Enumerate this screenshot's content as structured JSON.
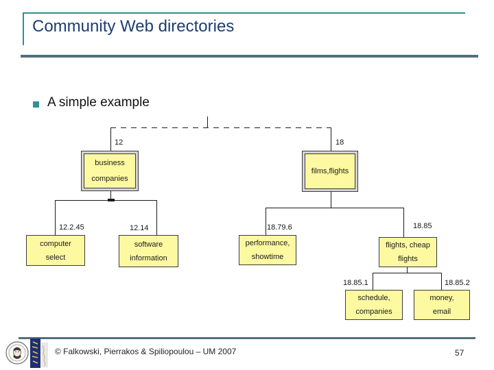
{
  "slide": {
    "title": "Community Web directories",
    "bullet_text": "A simple example",
    "footer": {
      "copyright": "© Falkowski, Pierrakos & Spiliopoulou – UM 2007",
      "page_number": "57"
    },
    "icons": {
      "bullet": "square-bullet-icon",
      "logo": "university-seal-logo"
    },
    "colors": {
      "teal_accent": "#2E8F8F",
      "title_navy": "#1C3D73",
      "slate_rule": "#50707E",
      "node_fill": "#FCF9A1",
      "node_border": "#3B3B3B",
      "connector": "#1A1A1A"
    }
  },
  "tree": {
    "nodes": {
      "n12": {
        "code": "12",
        "line1": "business",
        "line2": "companies"
      },
      "n18": {
        "code": "18",
        "line1": "films,flights",
        "line2": ""
      },
      "n12_2_45": {
        "code": "12.2.45",
        "line1": "computer",
        "line2": "select"
      },
      "n12_14": {
        "code": "12.14",
        "line1": "software",
        "line2": "information"
      },
      "n18_79_6": {
        "code": "18.79.6",
        "line1": "performance,",
        "line2": "showtime"
      },
      "n18_85": {
        "code": "18.85",
        "line1": "flights, cheap",
        "line2": "flights"
      },
      "n18_85_1": {
        "code": "18.85.1",
        "line1": "schedule,",
        "line2": "companies"
      },
      "n18_85_2": {
        "code": "18.85.2",
        "line1": "money,",
        "line2": "email"
      }
    }
  }
}
